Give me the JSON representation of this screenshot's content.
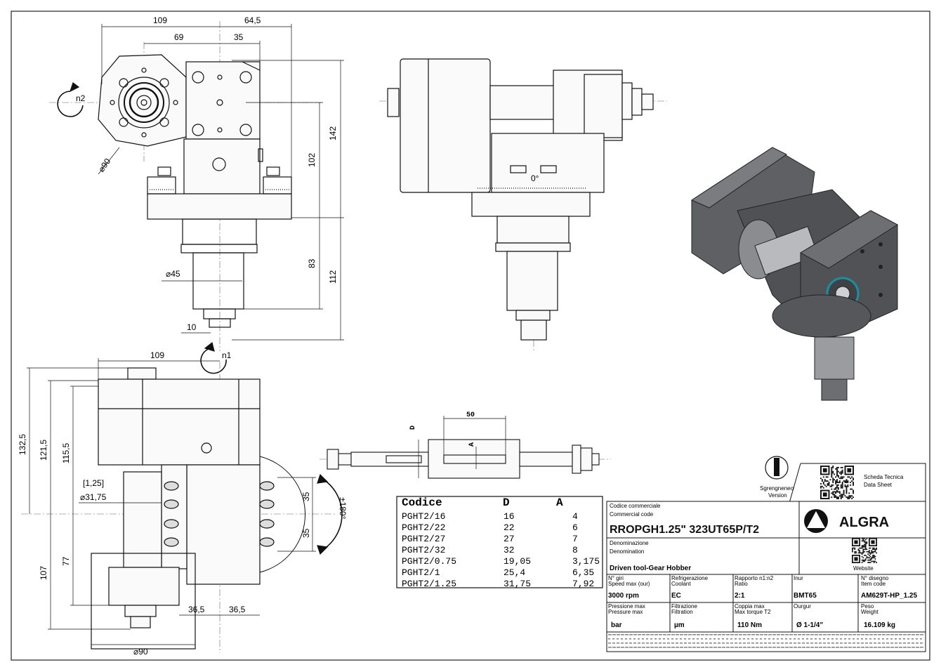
{
  "drawing": {
    "top_view_dims": {
      "d109": "109",
      "d64_5": "64,5",
      "d69": "69",
      "d35": "35",
      "d142": "142",
      "d102": "102",
      "d83": "83",
      "d112": "112",
      "d45": "⌀45",
      "d10": "10",
      "d90": "⌀90",
      "n2": "n2",
      "n1": "n1"
    },
    "front_view_dims": {
      "d109": "109",
      "d132_5": "132,5",
      "d121_5": "121,5",
      "d115_5": "115,5",
      "d1_25": "[1,25]",
      "d31_75": "⌀31,75",
      "d77": "77",
      "d107": "107",
      "d36_5a": "36,5",
      "d36_5b": "36,5",
      "d90": "⌀90",
      "d35a": "35",
      "d35b": "35",
      "rot": "±180°"
    },
    "side_view": {
      "zero_mark": "0°"
    },
    "shaft_view": {
      "d50": "50",
      "D": "D",
      "A": "A"
    }
  },
  "hob_table": {
    "headers": [
      "Codice",
      "D",
      "A"
    ],
    "rows": [
      [
        "PGHT2/16",
        "16",
        "4"
      ],
      [
        "PGHT2/22",
        "22",
        "6"
      ],
      [
        "PGHT2/27",
        "27",
        "7"
      ],
      [
        "PGHT2/32",
        "32",
        "8"
      ],
      [
        "PGHT2/0.75",
        "19,05",
        "3,175"
      ],
      [
        "PGHT2/1",
        "25,4",
        "6,35"
      ],
      [
        "PGHT2/1.25",
        "31,75",
        "7,92"
      ]
    ]
  },
  "title_block": {
    "logo_text": "ALGRA",
    "sgrassaggio": [
      "Sgrengneneo",
      "Version"
    ],
    "datasheet": [
      "Scheda Tecnica",
      "Data Sheet"
    ],
    "website": "Website",
    "commercial_code_label1": "Codice commerciale",
    "commercial_code_label2": "Commercial code",
    "commercial_code": "RROPGH1.25\" 323UT65P/T2",
    "denomination_label1": "Denominazione",
    "denomination_label2": "Denomination",
    "denomination": "Driven tool-Gear Hobber",
    "cells_row1": [
      {
        "l1": "N° giri",
        "l2": "Speed max (our)",
        "val": "3000 rpm"
      },
      {
        "l1": "Refrigerazione",
        "l2": "Coolant",
        "val": "EC"
      },
      {
        "l1": "Rapporto n1:n2",
        "l2": "Ratio",
        "val": "2:1"
      },
      {
        "l1": "Inur",
        "l2": "",
        "val": "BMT65"
      },
      {
        "l1": "N° disegno",
        "l2": "Item code",
        "val": "AM629T-HP_1.25"
      }
    ],
    "cells_row2": [
      {
        "l1": "Pressione max",
        "l2": "Pressure max",
        "val": "bar"
      },
      {
        "l1": "Filtrazione",
        "l2": "Filtration",
        "val": "µm"
      },
      {
        "l1": "Coppia max",
        "l2": "Max torque T2",
        "val": "110 Nm"
      },
      {
        "l1": "Ourgur",
        "l2": "",
        "val": "Ø 1-1/4\""
      },
      {
        "l1": "Peso",
        "l2": "Weight",
        "val": "16.109 kg"
      }
    ]
  }
}
